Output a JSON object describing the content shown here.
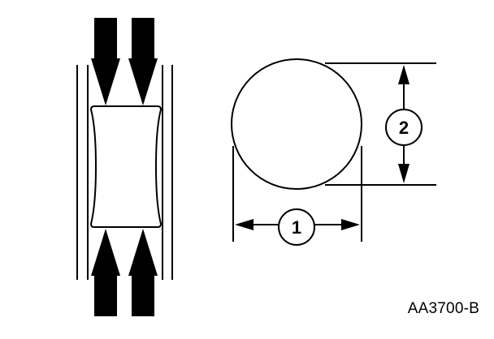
{
  "figure": {
    "reference_code": "AA3700-B",
    "callouts": [
      {
        "id": "1",
        "label": "1"
      },
      {
        "id": "2",
        "label": "2"
      }
    ],
    "colors": {
      "ink": "#000000",
      "background": "#ffffff"
    }
  }
}
